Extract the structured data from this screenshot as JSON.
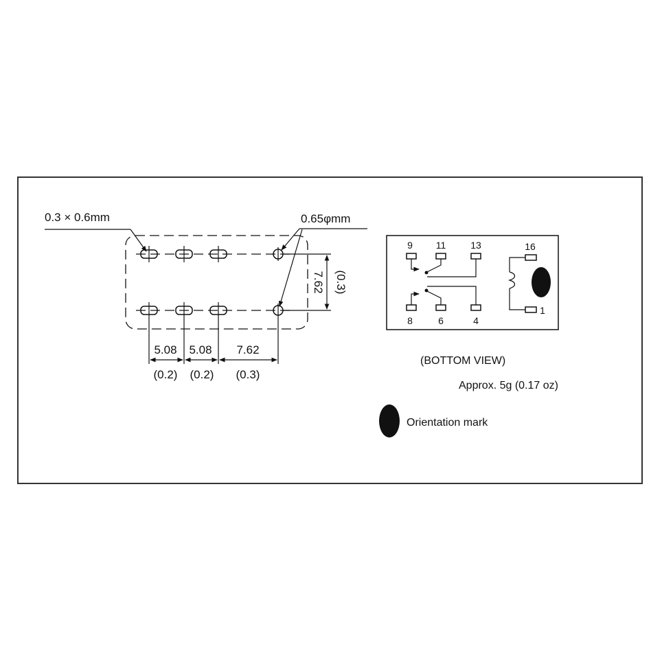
{
  "footprint": {
    "slot_hole_label": "0.3 × 0.6mm",
    "round_hole_label": "0.65φmm",
    "row_spacing": "7.62",
    "row_spacing_in": "(0.3)",
    "col_spacing_1": "5.08",
    "col_spacing_1_in": "(0.2)",
    "col_spacing_2": "5.08",
    "col_spacing_2_in": "(0.2)",
    "col_spacing_3": "7.62",
    "col_spacing_3_in": "(0.3)"
  },
  "schematic": {
    "pins_top": [
      "9",
      "11",
      "13",
      "16"
    ],
    "pins_bottom": [
      "8",
      "6",
      "4",
      "1"
    ]
  },
  "view_caption": "(BOTTOM VIEW)",
  "weight": "Approx. 5g (0.17 oz)",
  "legend": {
    "label": "Orientation mark",
    "icon": "filled-ellipse"
  }
}
